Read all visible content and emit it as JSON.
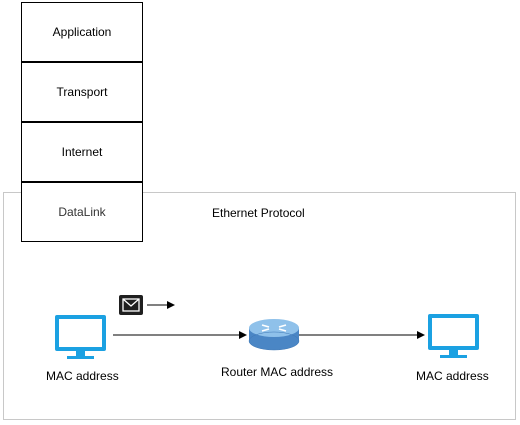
{
  "layers": [
    "Application",
    "Transport",
    "Internet",
    "DataLink"
  ],
  "frame_title": "Ethernet Protocol",
  "hosts": {
    "left_label": "MAC address",
    "router_label": "Router MAC address",
    "right_label": "MAC address"
  },
  "icons": {
    "left_host": "computer-monitor-icon",
    "router": "router-icon",
    "right_host": "computer-monitor-icon",
    "message": "envelope-icon"
  },
  "colors": {
    "monitor": "#1BA1E2",
    "router_body": "#5B9BD5",
    "router_top": "#8FC1EA",
    "envelope_bg": "#1f1f1f"
  }
}
